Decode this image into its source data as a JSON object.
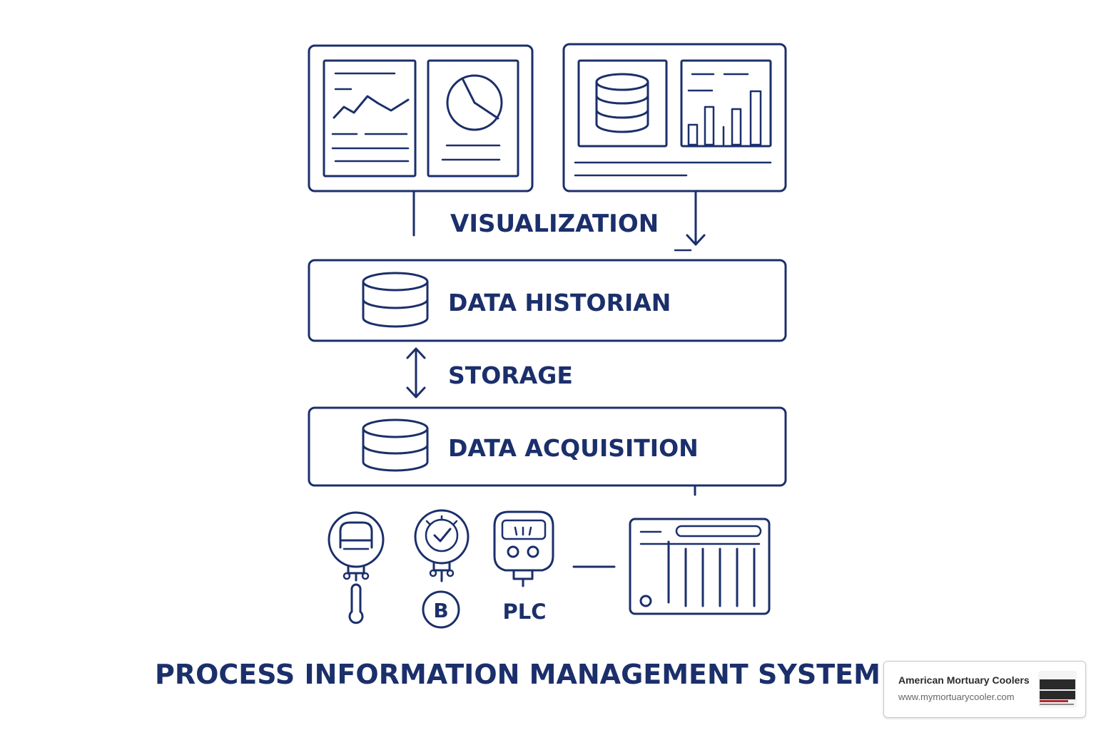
{
  "diagram": {
    "layer_top_label": "VISUALIZATION",
    "historian_label": "DATA HISTORIAN",
    "storage_label": "STORAGE",
    "acquisition_label": "DATA ACQUISITION",
    "plc_label": "PLC",
    "badge_letter": "B",
    "title": "PROCESS INFORMATION MANAGEMENT SYSTEM (P"
  },
  "watermark": {
    "name": "American Mortuary Coolers",
    "url": "www.mymortuarycooler.com"
  },
  "colors": {
    "ink": "#1b2f6b",
    "background": "#ffffff"
  }
}
